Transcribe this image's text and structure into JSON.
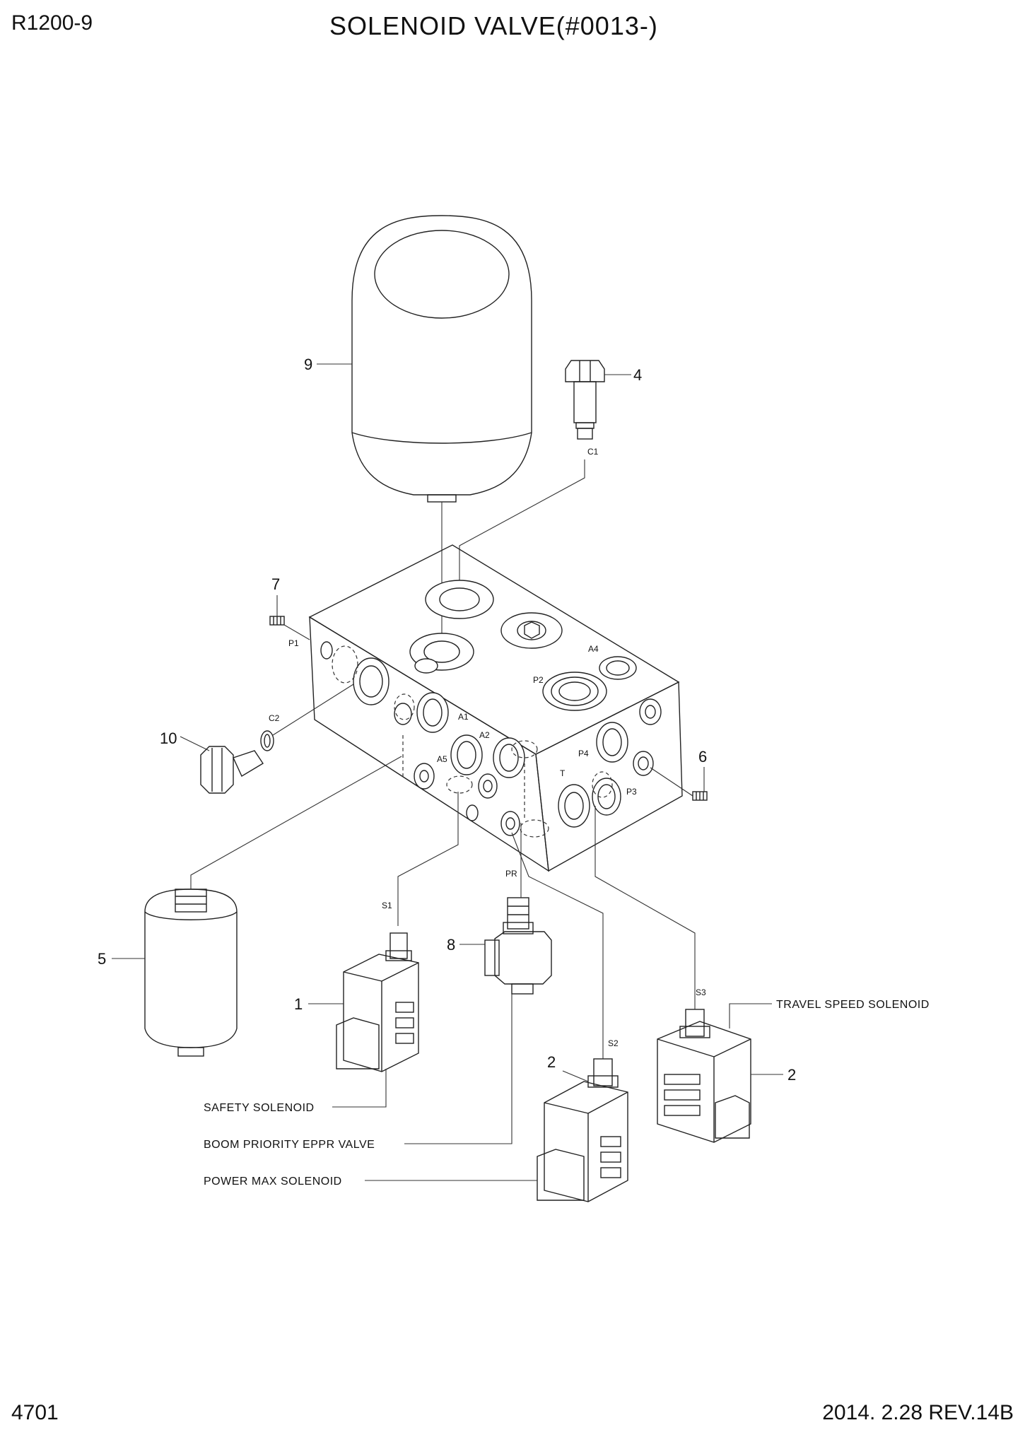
{
  "header": {
    "model": "R1200-9",
    "title": "SOLENOID VALVE(#0013-)"
  },
  "footer": {
    "page_number": "4701",
    "revision": "2014. 2.28  REV.14B"
  },
  "callouts": {
    "n1": "1",
    "n2a": "2",
    "n2b": "2",
    "n4": "4",
    "n5": "5",
    "n6": "6",
    "n7": "7",
    "n8": "8",
    "n9": "9",
    "n10": "10"
  },
  "ports": {
    "c1": "C1",
    "c2": "C2",
    "p1": "P1",
    "p2": "P2",
    "p3": "P3",
    "p4": "P4",
    "a1": "A1",
    "a2": "A2",
    "a4": "A4",
    "a5": "A5",
    "t": "T",
    "pr": "PR",
    "s1": "S1",
    "s2": "S2",
    "s3": "S3"
  },
  "component_labels": {
    "safety": "SAFETY SOLENOID",
    "boom": "BOOM PRIORITY EPPR VALVE",
    "power": "POWER MAX SOLENOID",
    "travel": "TRAVEL SPEED SOLENOID"
  }
}
